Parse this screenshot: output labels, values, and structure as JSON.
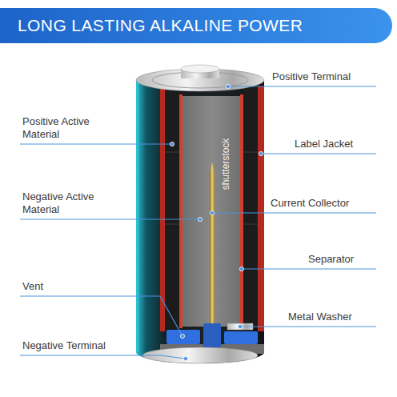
{
  "diagram": {
    "title": "LONG LASTING ALKALINE POWER",
    "labels": [
      "Positive Terminal",
      "Positive Active Material",
      "Label Jacket",
      "Negative Active Material",
      "Current Collector",
      "Separator",
      "Vent",
      "Metal Washer",
      "Negative Terminal",
      "shutterstock"
    ]
  }
}
